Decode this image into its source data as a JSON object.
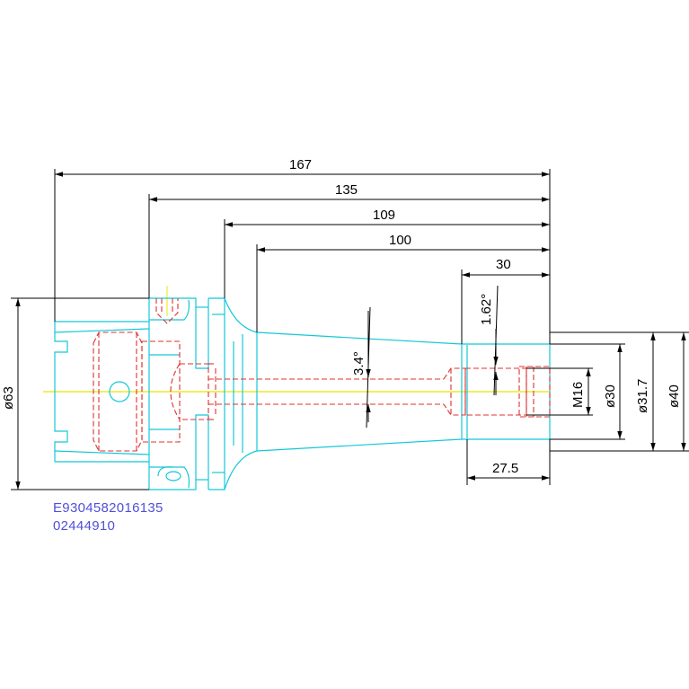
{
  "drawing": {
    "colors": {
      "outline": "#14c8d8",
      "hidden": "#e03030",
      "centerline": "#e8e800",
      "dimension": "#000000",
      "code_text": "#5050d8"
    },
    "dimensions": {
      "d167": "167",
      "d135": "135",
      "d109": "109",
      "d100": "100",
      "d30": "30",
      "d27_5": "27.5",
      "angle_taper": "3.4°",
      "angle_bore": "1.62°",
      "dia63": "ø63",
      "thread": "M16",
      "dia30": "ø30",
      "dia31_7": "ø31.7",
      "dia40": "ø40"
    },
    "part_codes": [
      "E9304582016135",
      "02444910"
    ]
  }
}
